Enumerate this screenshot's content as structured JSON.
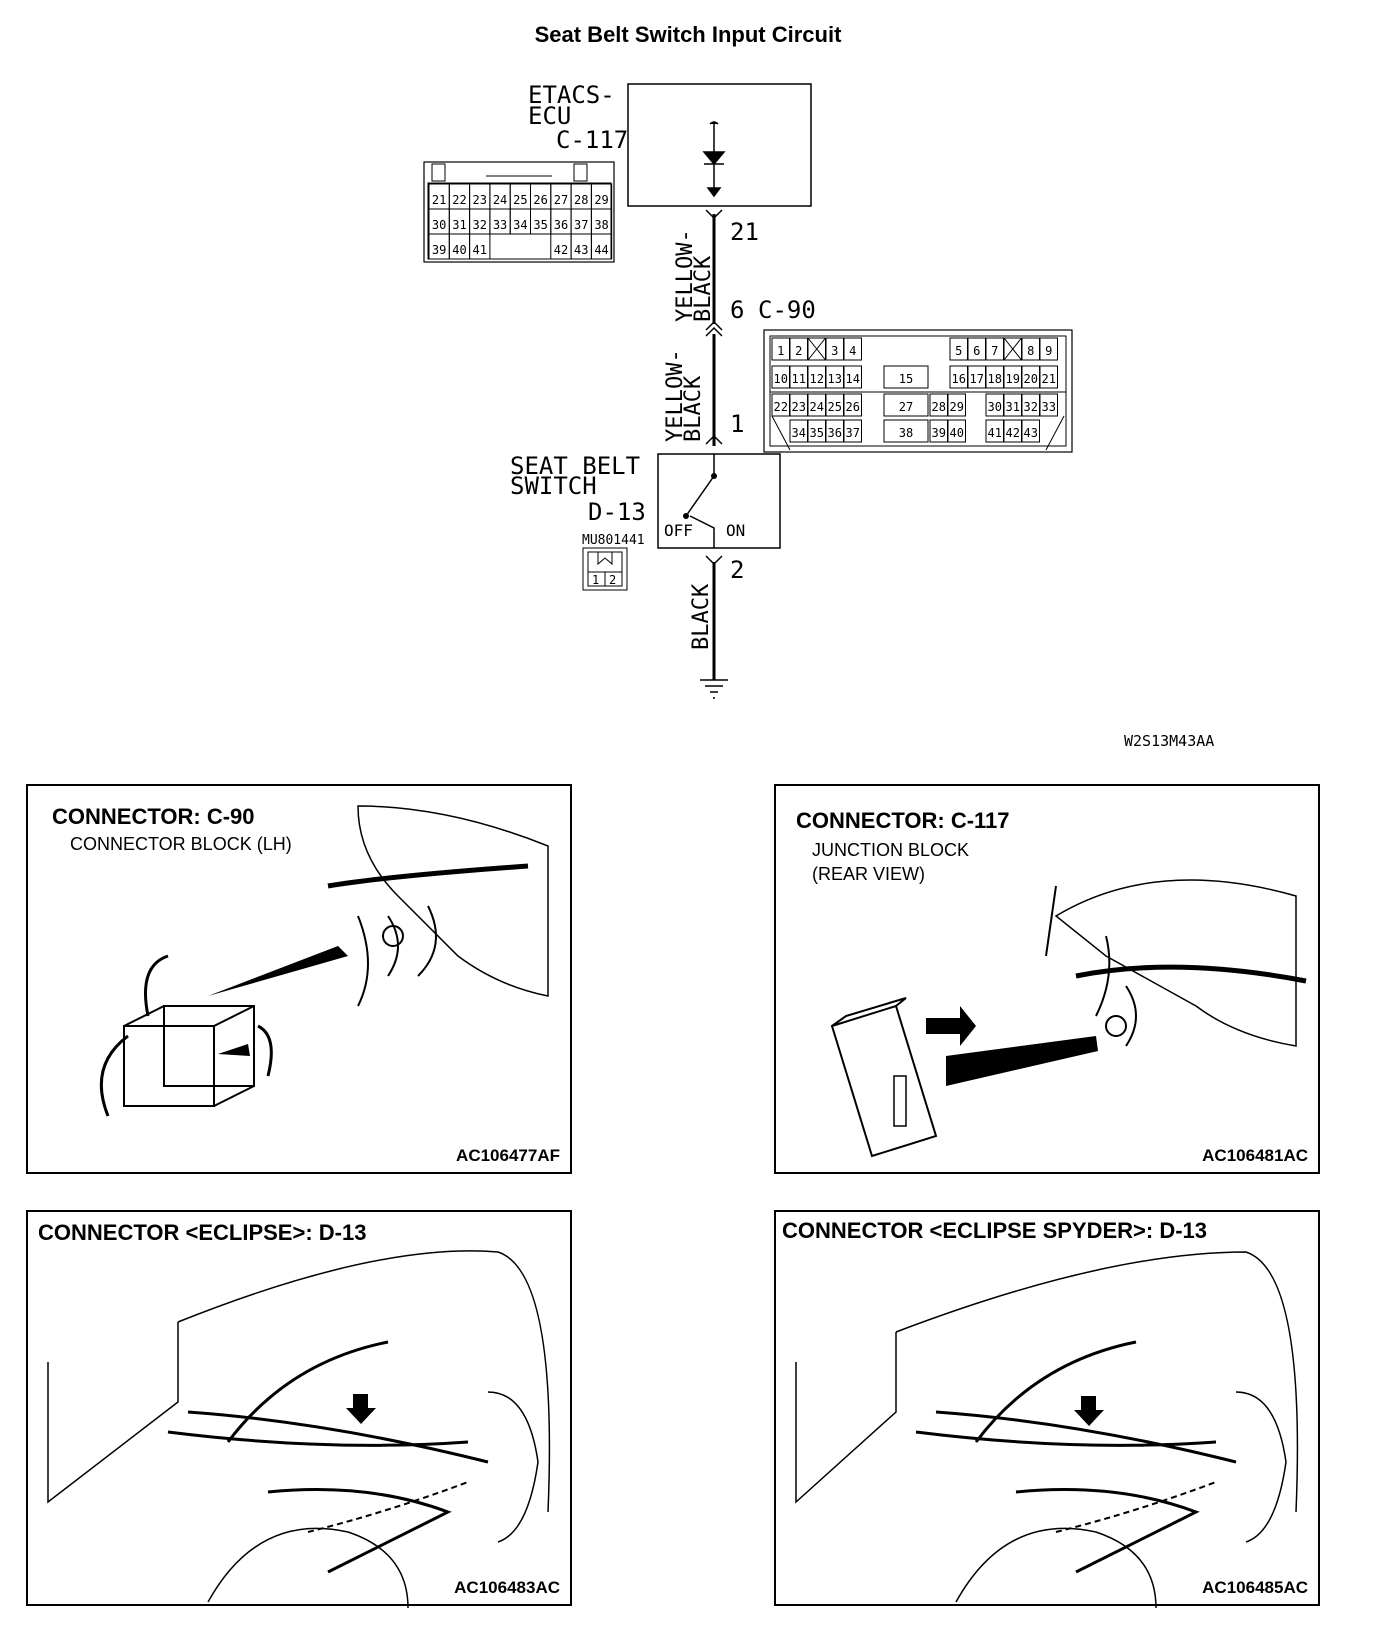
{
  "title": "Seat Belt Switch Input Circuit",
  "ecu": {
    "name_line1": "ETACS-",
    "name_line2": "ECU",
    "connector": "C-117"
  },
  "c117_pins": [
    [
      "21",
      "22",
      "23",
      "24",
      "25",
      "26",
      "27",
      "28",
      "29"
    ],
    [
      "30",
      "31",
      "32",
      "33",
      "34",
      "35",
      "36",
      "37",
      "38"
    ],
    [
      "39",
      "40",
      "41",
      "",
      "",
      "",
      "42",
      "43",
      "44"
    ]
  ],
  "wire_upper": {
    "label_line1": "YELLOW-",
    "label_line2": "BLACK",
    "pin_top": "21",
    "pin_mid": "6",
    "connector_mid": "C-90"
  },
  "wire_mid": {
    "label_line1": "YELLOW-",
    "label_line2": "BLACK",
    "pin_bottom": "1"
  },
  "c90_pins": {
    "row1": [
      "1",
      "2",
      "3",
      "4",
      "5",
      "6",
      "7",
      "8",
      "9"
    ],
    "row2": [
      "10",
      "11",
      "12",
      "13",
      "14",
      "15",
      "16",
      "17",
      "18",
      "19",
      "20",
      "21"
    ],
    "row3": [
      "22",
      "23",
      "24",
      "25",
      "26",
      "27",
      "28",
      "29",
      "30",
      "31",
      "32",
      "33"
    ],
    "row4": [
      "34",
      "35",
      "36",
      "37",
      "38",
      "39",
      "40",
      "41",
      "42",
      "43"
    ]
  },
  "switch": {
    "name_line1": "SEAT BELT",
    "name_line2": "SWITCH",
    "connector": "D-13",
    "part_no": "MU801441",
    "off_label": "OFF",
    "on_label": "ON",
    "pins": [
      "1",
      "2"
    ]
  },
  "wire_lower": {
    "label": "BLACK",
    "pin": "2"
  },
  "figure_code": "W2S13M43AA",
  "panels": [
    {
      "title": "CONNECTOR: C-90",
      "sub1": "CONNECTOR BLOCK (LH)",
      "sub2": "",
      "code": "AC106477AF"
    },
    {
      "title": "CONNECTOR: C-117",
      "sub1": "JUNCTION BLOCK",
      "sub2": "(REAR VIEW)",
      "code": "AC106481AC"
    },
    {
      "title": "CONNECTOR <ECLIPSE>: D-13",
      "sub1": "",
      "sub2": "",
      "code": "AC106483AC"
    },
    {
      "title": "CONNECTOR <ECLIPSE SPYDER>: D-13",
      "sub1": "",
      "sub2": "",
      "code": "AC106485AC"
    }
  ]
}
